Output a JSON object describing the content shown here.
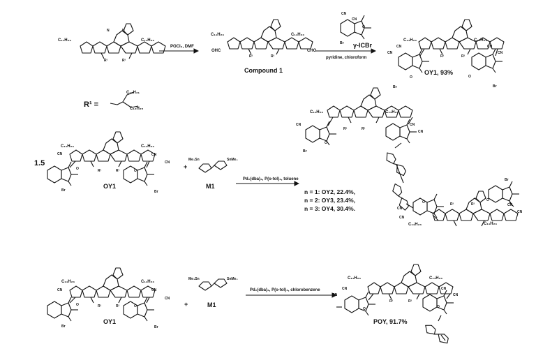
{
  "reaction1": {
    "reagent": "POCl₃, DMF",
    "product_label": "Compound 1",
    "reagent2_top": "γ-ICBr",
    "reagent2_bottom": "pyridine, chloroform",
    "final_label": "OY1, 93%",
    "substituent": "C₁₁H₂₃",
    "cn": "CN",
    "ohc": "OHC",
    "cho": "CHO",
    "br": "Br",
    "o": "O",
    "n": "N",
    "s": "S",
    "r1": "R¹"
  },
  "r1_definition": {
    "label": "R¹ =",
    "chain_top": "C₁₀H₂₁",
    "chain_bottom": "C₁₂H₂₅"
  },
  "reaction2": {
    "stoich": "1.5",
    "monomer_label": "OY1",
    "plus": "+",
    "comonomer_label": "M1",
    "sn_left": "Me₃Sn",
    "sn_right": "SnMe₃",
    "conditions": "Pd₂(dba)₃, P(o-tol)₃, toluene",
    "results": [
      "n = 1: OY2, 22.4%,",
      "n = 2: OY3, 23.4%,",
      "n = 3: OY4, 30.4%."
    ]
  },
  "reaction3": {
    "monomer_label": "OY1",
    "plus": "+",
    "comonomer_label": "M1",
    "conditions": "Pd₂(dba)₃, P(o-tol)₃, chlorobenzene",
    "product_label": "POY, 91.7%"
  }
}
